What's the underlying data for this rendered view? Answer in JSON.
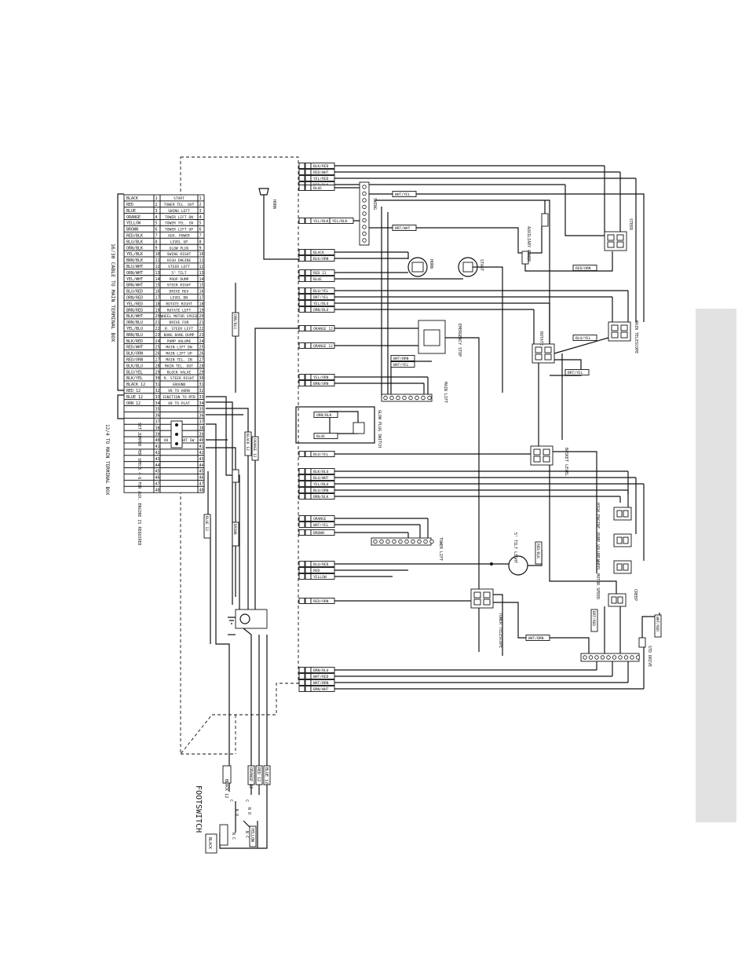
{
  "terminal_strip": {
    "rows": [
      {
        "n": "1",
        "wire": "BLACK",
        "fn": "START"
      },
      {
        "n": "2",
        "wire": "RED",
        "fn": "TOWER TEL. OUT"
      },
      {
        "n": "3",
        "wire": "BLUE",
        "fn": "SWING LEFT"
      },
      {
        "n": "4",
        "wire": "ORANGE",
        "fn": "TOWER LIFT DN"
      },
      {
        "n": "5",
        "wire": "YELLOW",
        "fn": "TOWER TEL. IN"
      },
      {
        "n": "6",
        "wire": "BROWN",
        "fn": "TOWER LIFT UP"
      },
      {
        "n": "7",
        "wire": "RED/BLK",
        "fn": "AUX. POWER"
      },
      {
        "n": "8",
        "wire": "BLU/BLK",
        "fn": "LEVEL UP"
      },
      {
        "n": "9",
        "wire": "ORN/BLK",
        "fn": "GLOW PLUG"
      },
      {
        "n": "10",
        "wire": "YEL/BLK",
        "fn": "SWING RIGHT"
      },
      {
        "n": "11",
        "wire": "BRN/BLK",
        "fn": "HIGH ENGINE"
      },
      {
        "n": "12",
        "wire": "BLU/WHT",
        "fn": "STEER LEFT"
      },
      {
        "n": "13",
        "wire": "ORN/WHT",
        "fn": "5° TILT"
      },
      {
        "n": "14",
        "wire": "YEL/WHT",
        "fn": "PROP DUMP"
      },
      {
        "n": "15",
        "wire": "BRN/WHT",
        "fn": "STEER RIGHT"
      },
      {
        "n": "16",
        "wire": "BLU/RED",
        "fn": "DRIVE REV"
      },
      {
        "n": "17",
        "wire": "ORN/RED",
        "fn": "LEVEL DN"
      },
      {
        "n": "18",
        "wire": "YEL/RED",
        "fn": "ROTATE RIGHT"
      },
      {
        "n": "19",
        "wire": "BRN/RED",
        "fn": "ROTATE LEFT"
      },
      {
        "n": "20",
        "wire": "BLK/WHT",
        "fn": "WHEEL MOTOR SPEED"
      },
      {
        "n": "21",
        "wire": "ORN/BLU",
        "fn": "DRIVE FOR"
      },
      {
        "n": "22",
        "wire": "YEL/BLU",
        "fn": "R. STEER LEFT"
      },
      {
        "n": "23",
        "wire": "BRN/BLU",
        "fn": "BANG BANG DUMP"
      },
      {
        "n": "24",
        "wire": "BLK/RED",
        "fn": "PUMP VOLUME"
      },
      {
        "n": "25",
        "wire": "RED/WHT",
        "fn": "MAIN LIFT DN"
      },
      {
        "n": "26",
        "wire": "BLK/ORN",
        "fn": "MAIN LIFT UP"
      },
      {
        "n": "27",
        "wire": "RED/ORN",
        "fn": "MAIN TEL. IN"
      },
      {
        "n": "28",
        "wire": "BLK/BLU",
        "fn": "MAIN TEL. OUT"
      },
      {
        "n": "29",
        "wire": "BLU/YEL",
        "fn": "BLOCK VALVE"
      },
      {
        "n": "30",
        "wire": "BLK/YEL",
        "fn": "R. STEER RIGHT"
      },
      {
        "n": "31",
        "wire": "BLACK 12",
        "fn": "GROUND"
      },
      {
        "n": "32",
        "wire": "RED 12",
        "fn": "V8 TO HORN"
      },
      {
        "n": "33",
        "wire": "BLUE 12",
        "fn": "IGNITION TO MTB"
      },
      {
        "n": "34",
        "wire": "ORN 12",
        "fn": "V8 TO PLAT"
      },
      {
        "n": "35",
        "wire": "",
        "fn": ""
      },
      {
        "n": "36",
        "wire": "",
        "fn": ""
      },
      {
        "n": "37",
        "wire": "",
        "fn": ""
      },
      {
        "n": "38",
        "wire": "",
        "fn": ""
      },
      {
        "n": "39",
        "wire": "",
        "fn": ""
      },
      {
        "n": "40",
        "wire": "",
        "fn": "V8 TO START SW"
      },
      {
        "n": "41",
        "wire": "",
        "fn": ""
      },
      {
        "n": "42",
        "wire": "",
        "fn": ""
      },
      {
        "n": "43",
        "wire": "",
        "fn": ""
      },
      {
        "n": "44",
        "wire": "",
        "fn": ""
      },
      {
        "n": "45",
        "wire": "",
        "fn": ""
      },
      {
        "n": "46",
        "wire": "",
        "fn": ""
      },
      {
        "n": "47",
        "wire": "",
        "fn": ""
      },
      {
        "n": "48",
        "wire": "",
        "fn": ""
      }
    ]
  },
  "cable_notes": {
    "main_cable": "16/30 CABLE TO MAIN TERMINAL BOX",
    "power_cable": "12/4 TO MAIN TERMINAL BOX",
    "jumper_note": "SET JUMPER PER SPECS 4-6 FOR AUX. ENGINE IS REQUIRED"
  },
  "components": {
    "horn": "HORN",
    "horn_switch": "HORN",
    "start": "START",
    "swing": "SWING",
    "aux_power": "AUXILIARY POWER",
    "steer": "STEER",
    "main_telescope": "MAIN TELESCOPE",
    "rotate": "ROTATE",
    "emergency_stop": "EMERGENCY STOP",
    "main_lift": "MAIN LIFT",
    "glow_plug": "GLOW PLUG SWITCH",
    "basket_level": "BASKET LEVEL",
    "high_engine": "HIGH ENGINE",
    "pump_volume": "PUMP VOLUME",
    "wheel_motor": "WHEEL MOTOR SPEED",
    "tower_lift": "TOWER LIFT",
    "tilt_light": "5° TILT LIGHT",
    "tower_telescope": "TOWER TELESCOPE",
    "creep": "CREEP",
    "std_drive": "STD DRIVE",
    "footswitch": "FOOTSWITCH"
  },
  "wire_labels": {
    "blk_red": "BLK/RED",
    "red_wht": "RED/WHT",
    "yel_red": "YEL/RED",
    "red_blk": "RED/BLK",
    "blue": "BLUE",
    "wht_yel": "WHT/YEL",
    "yel_blk": "YEL/BLK",
    "brt_wht": "BRT/WHT",
    "black": "BLACK",
    "blk_orn": "BLK/ORN",
    "red12": "RED 12",
    "blue2": "BLUE",
    "red_orn": "RED/ORN",
    "blu_yel_a": "BLU/YEL",
    "brt_yel": "BRT/YEL",
    "yel_blu": "YEL/BLU",
    "orn_blu": "ORN/BLU",
    "orange12": "ORANGE 12",
    "orange12b": "ORANGE 12",
    "wht_brn": "WHT/BRN",
    "wht_yel2": "WHT/YEL",
    "yel_orn": "YEL/ORN",
    "brn_orn": "BRN/ORN",
    "orn_blk": "ORN/BLK",
    "blue3": "BLUE",
    "blu_yel": "BLU/YEL",
    "blk_blu": "BLK/BLU",
    "blu_wht": "BLU/WHT",
    "yel_blu2": "YEL/BLU",
    "blu_orn": "BLU/ORN",
    "brn_blk": "BRN/BLK",
    "orange": "ORANGE",
    "wht_yel3": "WHT/YEL",
    "brown": "BROWN",
    "blu_red": "BLU/RED",
    "red": "RED",
    "yellow": "YELLOW",
    "red_orn2": "RED/ORN",
    "brn_blu": "BRN/BLU",
    "wht_red": "WHT/RED",
    "wht_brn2": "WHT/BRN",
    "brn_wht": "BRN/WHT",
    "red_blk2": "RED/BLK",
    "blu_yel3": "BLU/YEL",
    "brt_yel2": "BRT/YEL",
    "wht_brn3": "WHT/BRN",
    "brt_red": "BRT/RED",
    "wht_red2": "WHT/RED",
    "orn_blu2": "ORN/BLU",
    "blk_wht": "BLK/WHT",
    "blue12": "BLUE 12",
    "black12": "BLACK 12",
    "orange12c": "ORANGE 12",
    "blu12b": "BLUE 12",
    "brown12": "BROWN",
    "orn_blu3": "ORN/BLU",
    "fs_black": "BLACK 12",
    "fs_orange": "ORANGE 12",
    "fs_red": "RED 12",
    "fs_blue": "BLUE 12",
    "fs_yellow": "YELLOW",
    "fs_black2": "BLACK",
    "no": "N O",
    "nc": "N C",
    "c": "C"
  }
}
